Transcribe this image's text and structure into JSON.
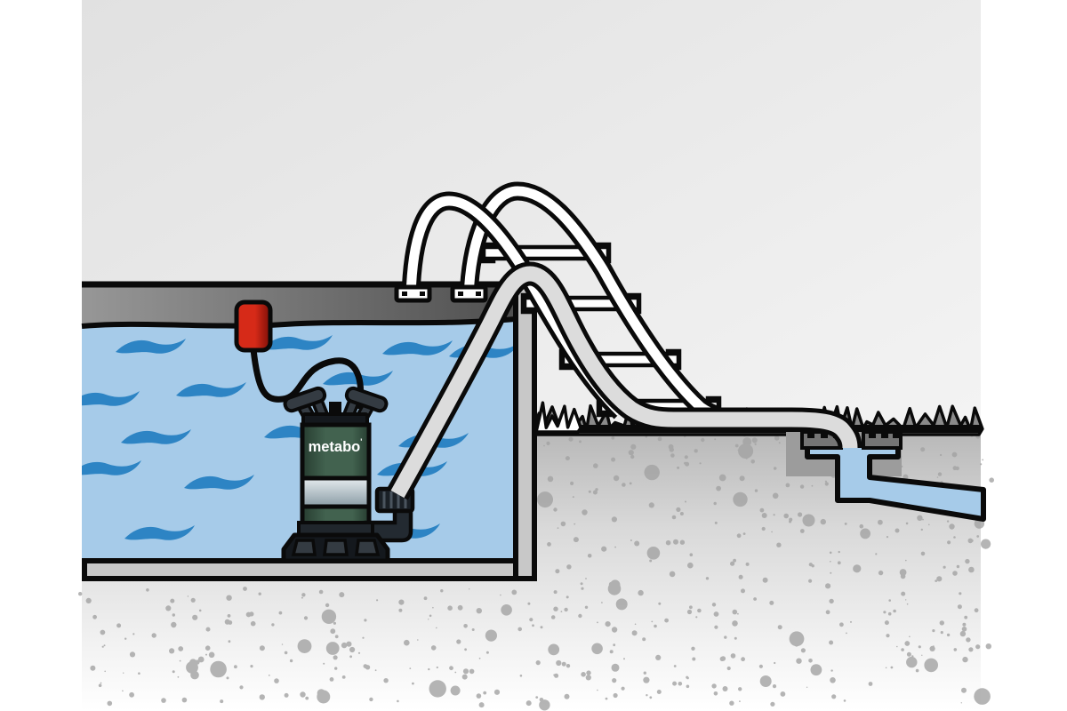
{
  "scene": {
    "description": "Illustration of a Metabo submersible drainage pump emptying a swimming pool through a hose over the pool wall into a ground drain",
    "pump": {
      "brand": "metabo",
      "brand_mark": "'"
    },
    "counts": {
      "ladder_rungs": 4,
      "waves": 15
    },
    "colors": {
      "sky_top": "#e1e1e1",
      "sky_bottom": "#f6f6f6",
      "water": "#a6cbe9",
      "wave": "#2d84c4",
      "pool_gray": "#c8c8c8",
      "coping_light": "#979797",
      "coping_dark": "#4f4f4f",
      "ground_top": "#b7b7b7",
      "ground_bottom": "#ffffff",
      "speckle": "#a3a3a3",
      "grass": "#8a8a8a",
      "hose": "#dcdcdc",
      "outline": "#0a0a0a",
      "pump_green": "#42624f",
      "pump_green_dark": "#273d31",
      "silver_light": "#e5ebee",
      "silver_dark": "#8a9ca5",
      "pump_dark": "#14181d",
      "pump_mid": "#343b42",
      "float_red": "#d62a18",
      "float_red_dark": "#7e0f08",
      "drain_water": "#a6cbe9",
      "drain_gray": "#757575",
      "drain_casing": "#9c9c9c",
      "white": "#ffffff"
    }
  }
}
